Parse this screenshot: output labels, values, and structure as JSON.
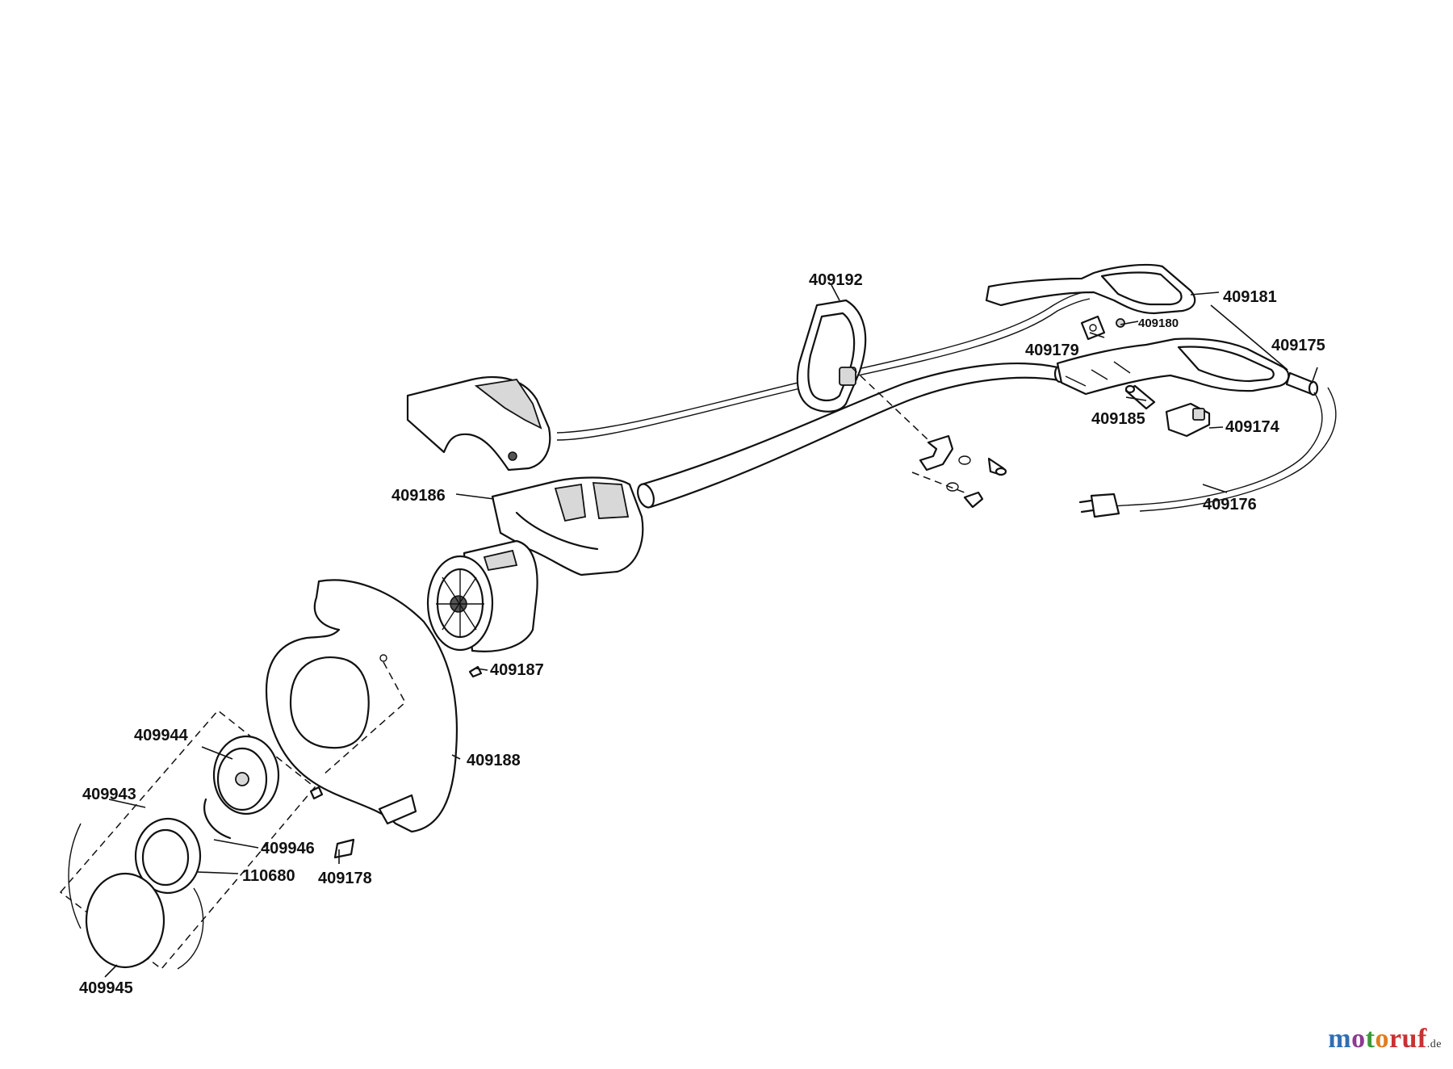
{
  "part_labels": {
    "p409192": "409192",
    "p409181": "409181",
    "p409180": "409180",
    "p409179": "409179",
    "p409175": "409175",
    "p409185": "409185",
    "p409174": "409174",
    "p409176": "409176",
    "p409186": "409186",
    "p409187": "409187",
    "p409944": "409944",
    "p409188": "409188",
    "p409943": "409943",
    "p409946": "409946",
    "p110680": "110680",
    "p409178": "409178",
    "p409945": "409945"
  },
  "watermark": {
    "brand": "motoruf",
    "brand_parts": [
      "m",
      "o",
      "t",
      "o",
      "ruf"
    ],
    "suffix": ".de"
  }
}
